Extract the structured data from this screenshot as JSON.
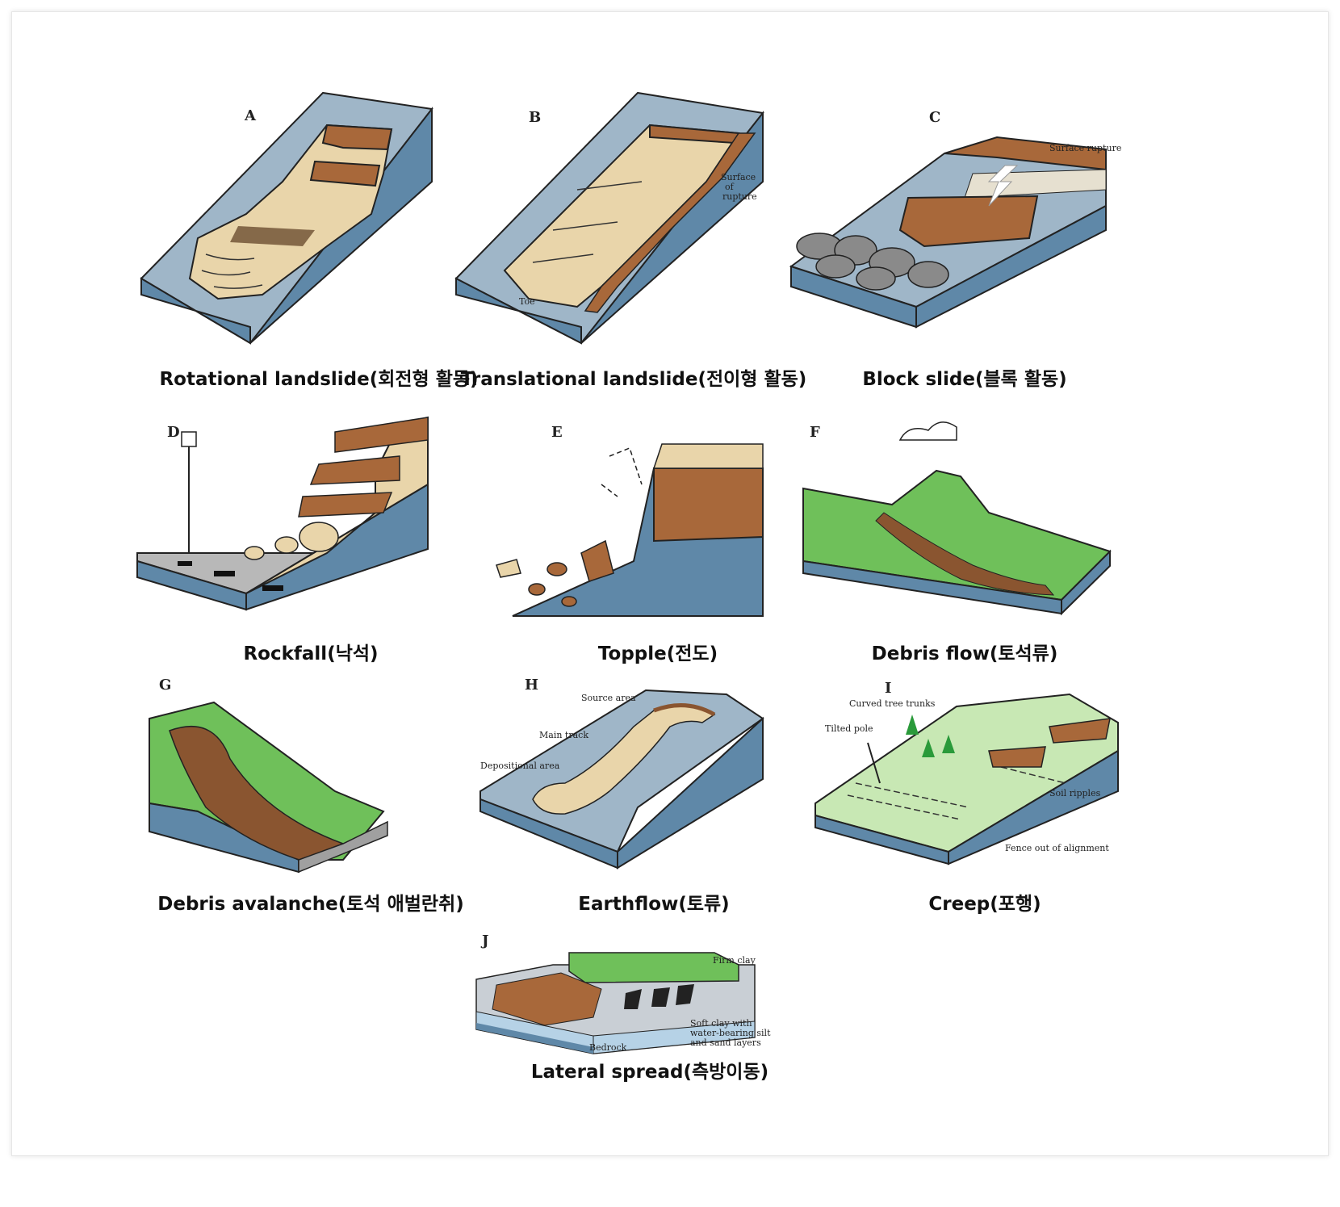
{
  "panels": [
    {
      "letter": "A",
      "caption": "Rotational landslide(회전형 활동)",
      "labels": {}
    },
    {
      "letter": "B",
      "caption": "Translational landslide(전이형 활동)",
      "labels": {
        "surface": [
          "Surface",
          "of",
          "rupture"
        ],
        "toe": "Toe"
      }
    },
    {
      "letter": "C",
      "caption": "Block slide(블록 활동)",
      "labels": {
        "surface": "Surface rupture"
      }
    },
    {
      "letter": "D",
      "caption": "Rockfall(낙석)",
      "labels": {}
    },
    {
      "letter": "E",
      "caption": "Topple(전도)",
      "labels": {}
    },
    {
      "letter": "F",
      "caption": "Debris flow(토석류)",
      "labels": {}
    },
    {
      "letter": "G",
      "caption": "Debris avalanche(토석 애벌란취)",
      "labels": {}
    },
    {
      "letter": "H",
      "caption": "Earthflow(토류)",
      "labels": {
        "source": "Source area",
        "main": "Main track",
        "depo": "Depositional area"
      }
    },
    {
      "letter": "I",
      "caption": "Creep(포행)",
      "labels": {
        "trees": "Curved tree trunks",
        "pole": "Tilted pole",
        "ripples": "Soil ripples",
        "fence": "Fence out of alignment"
      }
    },
    {
      "letter": "J",
      "caption": "Lateral spread(측방이동)",
      "labels": {
        "firm": "Firm clay",
        "soft": [
          "Soft clay with",
          "water-bearing silt",
          "and sand layers"
        ],
        "bedrock": "Bedrock"
      }
    }
  ],
  "colors": {
    "slope": "#9fb6c8",
    "side": "#5f88a8",
    "dirt": "#e9d5aa",
    "rock": "#a8683a",
    "green": "#6fc05a",
    "lightgreen": "#c8e8b4",
    "gray": "#9c9c9c"
  }
}
